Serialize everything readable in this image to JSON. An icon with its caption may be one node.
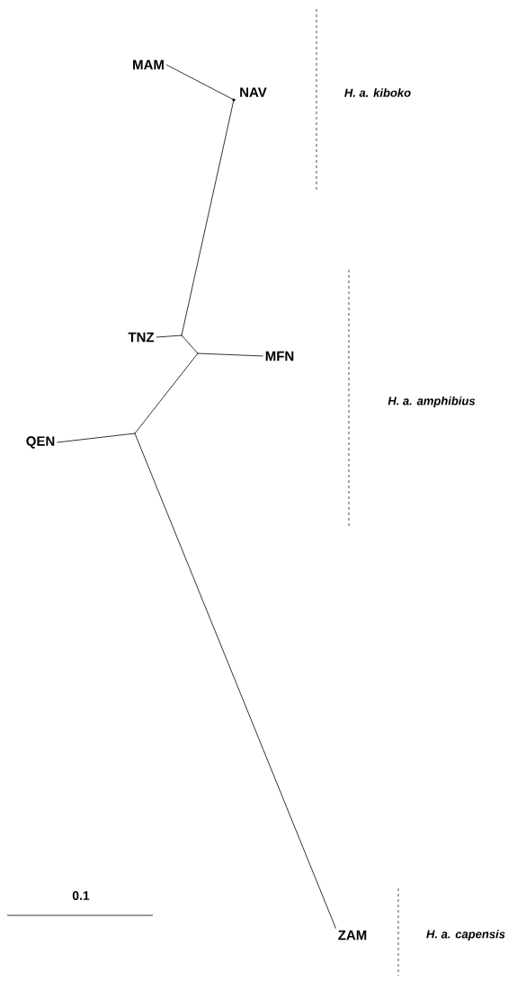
{
  "diagram": {
    "nodes": [
      {
        "text": [
          "MAM"
        ]
      },
      {
        "text": [],
        "shape": "dot",
        "beside": [
          "NAV"
        ]
      },
      {
        "text": [
          "TNZ"
        ]
      },
      {
        "text": [
          "MFN"
        ]
      },
      {
        "text": [
          "QEN"
        ]
      },
      {
        "text": [
          "ZAM"
        ]
      },
      {
        "text": [],
        "shape": "point"
      },
      {
        "text": [],
        "shape": "point"
      },
      {
        "text": [],
        "shape": "point"
      }
    ],
    "edges": [
      {
        "from": 0,
        "to": 1,
        "arrow": "none"
      },
      {
        "from": 1,
        "to": 6,
        "arrow": "none"
      },
      {
        "from": 2,
        "to": 6,
        "arrow": "none"
      },
      {
        "from": 6,
        "to": 7,
        "arrow": "none"
      },
      {
        "from": 3,
        "to": 7,
        "arrow": "none"
      },
      {
        "from": 7,
        "to": 8,
        "arrow": "none"
      },
      {
        "from": 4,
        "to": 8,
        "arrow": "none"
      },
      {
        "from": 8,
        "to": 5,
        "arrow": "none"
      }
    ],
    "labels": [
      "H. a. kiboko",
      "H. a. amphibius",
      "0.1",
      "H. a. capensis"
    ]
  }
}
